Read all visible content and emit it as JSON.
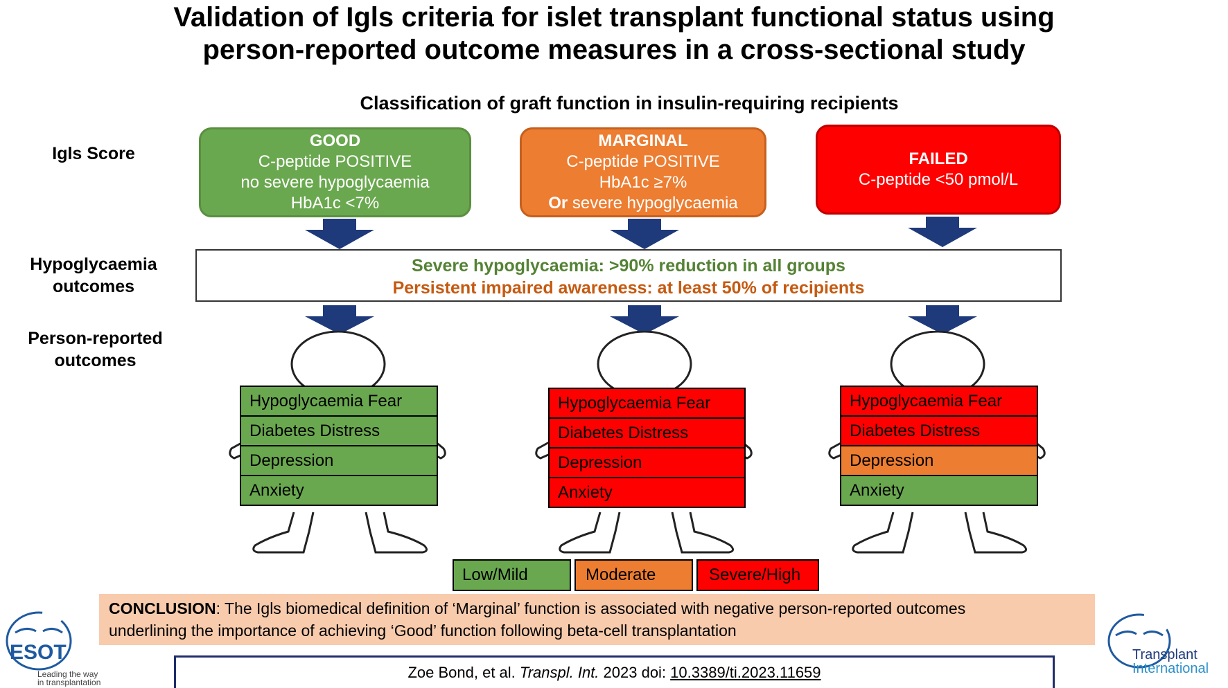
{
  "title": {
    "line1": "Validation of Igls criteria for islet transplant functional status using",
    "line2": "person-reported outcome measures in a cross-sectional study"
  },
  "subtitle": "Classification  of graft function in insulin-requiring  recipients",
  "row_labels": {
    "igls_score": "Igls Score",
    "hypo_line1": "Hypoglycaemia",
    "hypo_line2": "outcomes",
    "person_line1": "Person-reported",
    "person_line2": "outcomes"
  },
  "scores": {
    "good": {
      "head": "GOOD",
      "l1": "C-peptide POSITIVE",
      "l2": "no severe hypoglycaemia",
      "l3": "HbA1c <7%"
    },
    "marginal": {
      "head": "MARGINAL",
      "l1": "C-peptide POSITIVE",
      "l2": "HbA1c ≥7%",
      "l3_bold": "Or",
      "l3": " severe hypoglycaemia"
    },
    "failed": {
      "head": "FAILED",
      "l1": "C-peptide <50 pmol/L"
    }
  },
  "hypoglycaemia_outcomes": {
    "line1": "Severe hypoglycaemia: >90% reduction in all groups",
    "line2": "Persistent impaired awareness: at least 50% of recipients"
  },
  "person_outcomes": {
    "good": [
      "Hypoglycaemia Fear",
      "Diabetes Distress",
      "Depression",
      "Anxiety"
    ],
    "marginal": [
      "Hypoglycaemia Fear",
      "Diabetes Distress",
      "Depression",
      "Anxiety"
    ],
    "failed": [
      "Hypoglycaemia Fear",
      "Diabetes Distress",
      "Depression",
      "Anxiety"
    ]
  },
  "severity_levels": {
    "good": [
      "low",
      "low",
      "low",
      "low"
    ],
    "marginal": [
      "high",
      "high",
      "high",
      "high"
    ],
    "failed": [
      "high",
      "high",
      "moderate",
      "low"
    ]
  },
  "legend": {
    "low": "Low/Mild",
    "moderate": "Moderate",
    "high": "Severe/High"
  },
  "colors": {
    "good": "#6aa84f",
    "moderate": "#ed7d31",
    "high": "#ff0000",
    "arrow": "#1f3a7a"
  },
  "conclusion": {
    "label": "CONCLUSION",
    "text": ": The Igls biomedical definition of ‘Marginal’ function is associated with negative person-reported outcomes",
    "line2": "underlining the importance of achieving ‘Good’ function following beta-cell transplantation"
  },
  "citation": {
    "authors": "Zoe Bond, et al. ",
    "journal": "Transpl. Int.",
    "year": " 2023 doi: ",
    "doi": "10.3389/ti.2023.11659"
  },
  "logos": {
    "esot_name": "ESOT",
    "esot_tag1": "Leading the way",
    "esot_tag2": "in transplantation",
    "ti_line1": "Transplant",
    "ti_line2": "International"
  }
}
